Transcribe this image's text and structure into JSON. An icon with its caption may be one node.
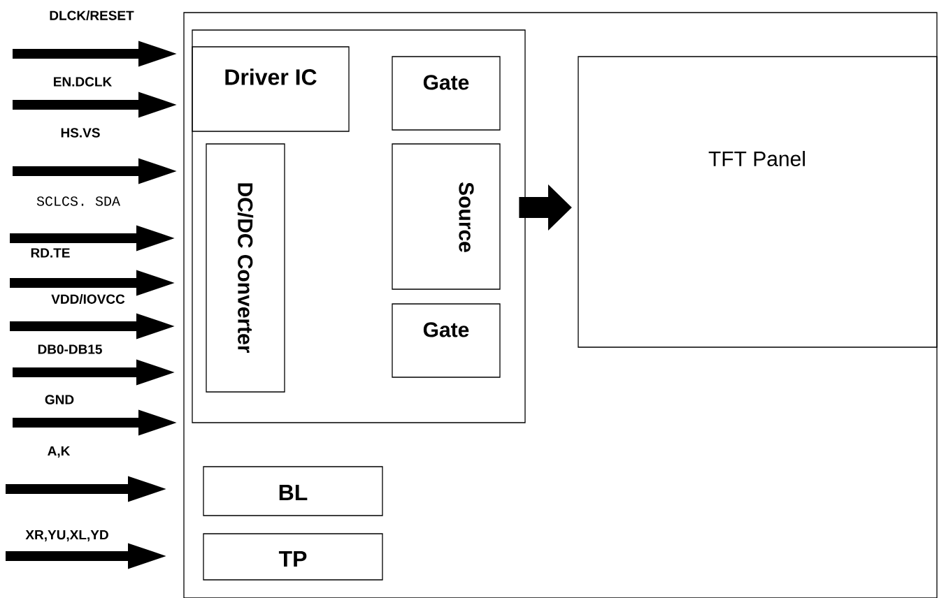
{
  "diagram": {
    "nodes": [
      {
        "text": [],
        "shape": "box"
      },
      {
        "text": [],
        "shape": "box",
        "in": 0
      },
      {
        "text": [
          "Driver IC"
        ],
        "in": 1
      },
      {
        "text": [
          "Gate"
        ],
        "in": 1
      },
      {
        "text": [
          "DC/DC Converter"
        ],
        "in": 1
      },
      {
        "text": [
          "Source"
        ],
        "in": 1
      },
      {
        "text": [
          "Gate"
        ],
        "in": 1
      },
      {
        "text": [
          "TFT Panel"
        ],
        "in": 0
      },
      {
        "text": [
          "BL"
        ],
        "in": 0
      },
      {
        "text": [
          "TP"
        ],
        "in": 0
      }
    ],
    "edges": [
      {
        "from": null,
        "to": 0,
        "arrow": "to",
        "label": "DLCK/RESET"
      },
      {
        "from": null,
        "to": 0,
        "arrow": "to",
        "label": "EN.DCLK"
      },
      {
        "from": null,
        "to": 0,
        "arrow": "to",
        "label": "HS.VS"
      },
      {
        "from": null,
        "to": 0,
        "arrow": "to",
        "label": "SCLCS. SDA"
      },
      {
        "from": null,
        "to": 0,
        "arrow": "to",
        "label": "RD.TE"
      },
      {
        "from": null,
        "to": 0,
        "arrow": "to",
        "label": "VDD/IOVCC"
      },
      {
        "from": null,
        "to": 0,
        "arrow": "to",
        "label": "DB0-DB15"
      },
      {
        "from": null,
        "to": 0,
        "arrow": "to",
        "label": "GND"
      },
      {
        "from": null,
        "to": 0,
        "arrow": "to",
        "label": "A,K"
      },
      {
        "from": null,
        "to": 0,
        "arrow": "to",
        "label": "XR,YU,XL,YD"
      },
      {
        "from": 1,
        "to": 7,
        "arrow": "to",
        "style": "thick"
      }
    ]
  }
}
